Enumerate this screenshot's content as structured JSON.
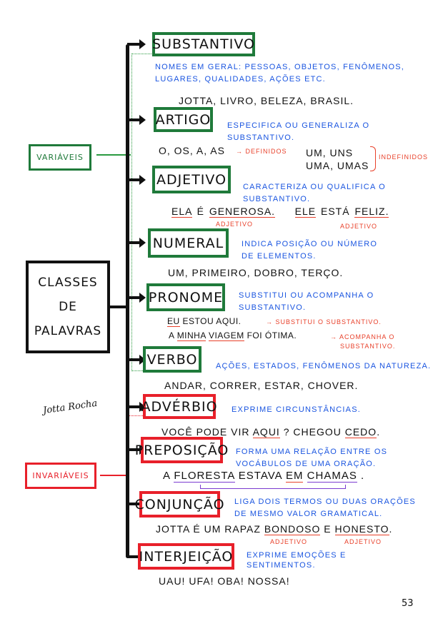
{
  "main_title": [
    "CLASSES",
    "DE",
    "PALAVRAS"
  ],
  "groups": {
    "variable": "VARIÁVEIS",
    "invariable": "INVARIÁVEIS"
  },
  "signature": "Jotta Rocha",
  "page_number": "53",
  "colors": {
    "variable": "#1f7a3a",
    "invariable": "#e8202a",
    "definition": "#1a55e0",
    "note": "#e8402a"
  },
  "classes": [
    {
      "name": "SUBSTANTIVO",
      "def": [
        "NOMES EM GERAL: PESSOAS, OBJETOS, FENÔMENOS,",
        "LUGARES, QUALIDADES, AÇÕES ETC."
      ],
      "example": "JOTTA, LIVRO, BELEZA, BRASIL."
    },
    {
      "name": "ARTIGO",
      "def": [
        "ESPECIFICA OU GENERALIZA O",
        "SUBSTANTIVO."
      ],
      "example": "O, OS, A, AS",
      "note": "DEFINIDOS",
      "example2": [
        "UM, UNS",
        "UMA, UMAS"
      ],
      "note2": "INDEFINIDOS"
    },
    {
      "name": "ADJETIVO",
      "def": [
        "CARACTERIZA OU QUALIFICA O",
        "SUBSTANTIVO."
      ],
      "ex_parts": [
        "ELA",
        "É",
        "GENEROSA.",
        "ELE",
        "ESTÁ",
        "FELIZ."
      ],
      "note": "ADJETIVO"
    },
    {
      "name": "NUMERAL",
      "def": [
        "INDICA POSIÇÃO OU NÚMERO",
        "DE ELEMENTOS."
      ],
      "example": "UM, PRIMEIRO, DOBRO, TERÇO."
    },
    {
      "name": "PRONOME",
      "def": [
        "SUBSTITUI OU ACOMPANHA O",
        "SUBSTANTIVO."
      ],
      "ex1": [
        "EU",
        "ESTOU AQUI."
      ],
      "note1": "SUBSTITUI O SUBSTANTIVO.",
      "ex2": [
        "A",
        "MINHA",
        "VIAGEM",
        "FOI ÓTIMA."
      ],
      "note2": [
        "ACOMPANHA O",
        "SUBSTANTIVO."
      ]
    },
    {
      "name": "VERBO",
      "def": [
        "AÇÕES, ESTADOS, FENÔMENOS DA NATUREZA."
      ],
      "example": "ANDAR, CORRER, ESTAR, CHOVER."
    },
    {
      "name": "ADVÉRBIO",
      "def": [
        "EXPRIME CIRCUNSTÂNCIAS."
      ],
      "ex_parts": [
        "VOCÊ PODE VIR",
        "AQUI",
        "?  CHEGOU",
        "CEDO",
        "."
      ]
    },
    {
      "name": "PREPOSIÇÃO",
      "def": [
        "FORMA UMA RELAÇÃO ENTRE OS",
        "VOCÁBULOS DE UMA ORAÇÃO."
      ],
      "ex_parts": [
        "A",
        "FLORESTA",
        "ESTAVA",
        "EM",
        "CHAMAS",
        "."
      ]
    },
    {
      "name": "CONJUNÇÃO",
      "def": [
        "LIGA DOIS TERMOS OU DUAS ORAÇÕES",
        "DE MESMO VALOR GRAMATICAL."
      ],
      "ex_parts": [
        "JOTTA É UM RAPAZ",
        "BONDOSO",
        "E",
        "HONESTO",
        "."
      ],
      "note": "ADJETIVO"
    },
    {
      "name": "INTERJEIÇÃO",
      "def": [
        "EXPRIME EMOÇÕES E",
        "SENTIMENTOS."
      ],
      "example": "UAU! UFA! OBA! NOSSA!"
    }
  ]
}
